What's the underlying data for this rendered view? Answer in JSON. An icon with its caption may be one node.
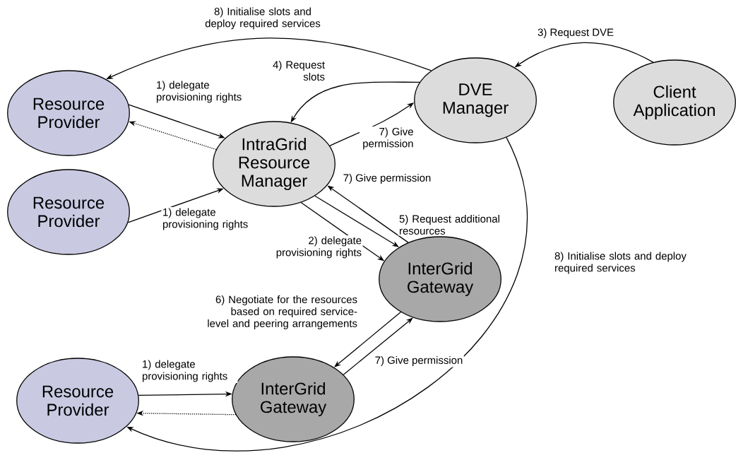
{
  "diagram": {
    "nodes": [
      {
        "text": [
          "Resource Provider"
        ]
      },
      {
        "text": [
          "DVE Manager"
        ]
      },
      {
        "text": [
          "Client Application"
        ]
      },
      {
        "text": [
          "IntraGrid Resource Manager"
        ]
      },
      {
        "text": [
          "Resource Provider"
        ]
      },
      {
        "text": [
          "InterGrid Gateway"
        ]
      },
      {
        "text": [
          "Resource Provider"
        ]
      },
      {
        "text": [
          "InterGrid Gateway"
        ]
      }
    ],
    "edges": [
      {
        "from": 1,
        "to": 0,
        "arrow": "to",
        "label": "8) Initialise slots and deploy required services"
      },
      {
        "from": 2,
        "to": 1,
        "arrow": "to",
        "label": "3) Request DVE"
      },
      {
        "from": 1,
        "to": 3,
        "arrow": "to",
        "label": "4) Request slots"
      },
      {
        "from": 0,
        "to": 3,
        "arrow": "to",
        "label": "1) delegate provisioning rights"
      },
      {
        "from": 3,
        "to": 0,
        "arrow": "to",
        "style": "dashed"
      },
      {
        "from": 3,
        "to": 1,
        "arrow": "to",
        "label": "7) Give permission"
      },
      {
        "from": 4,
        "to": 3,
        "arrow": "to",
        "label": "1) delegate provisioning rights"
      },
      {
        "from": 5,
        "to": 3,
        "arrow": "to",
        "label": "7) Give permission"
      },
      {
        "from": 3,
        "to": 5,
        "arrow": "to",
        "label": "5) Request additional resources"
      },
      {
        "from": 3,
        "to": 5,
        "arrow": "to",
        "label": "2) delegate provisioning rights"
      },
      {
        "from": 5,
        "to": 7,
        "arrow": "to",
        "label": "6) Negotiate for the resources based on required service-level and peering arrangements"
      },
      {
        "from": 7,
        "to": 5,
        "arrow": "to",
        "label": "7) Give permission"
      },
      {
        "from": 6,
        "to": 7,
        "arrow": "to",
        "label": "1) delegate provisioning rights"
      },
      {
        "from": 7,
        "to": 6,
        "arrow": "to",
        "style": "dashed"
      },
      {
        "from": 1,
        "to": 6,
        "arrow": "to",
        "label": "8) Initialise slots and deploy required services"
      }
    ]
  }
}
